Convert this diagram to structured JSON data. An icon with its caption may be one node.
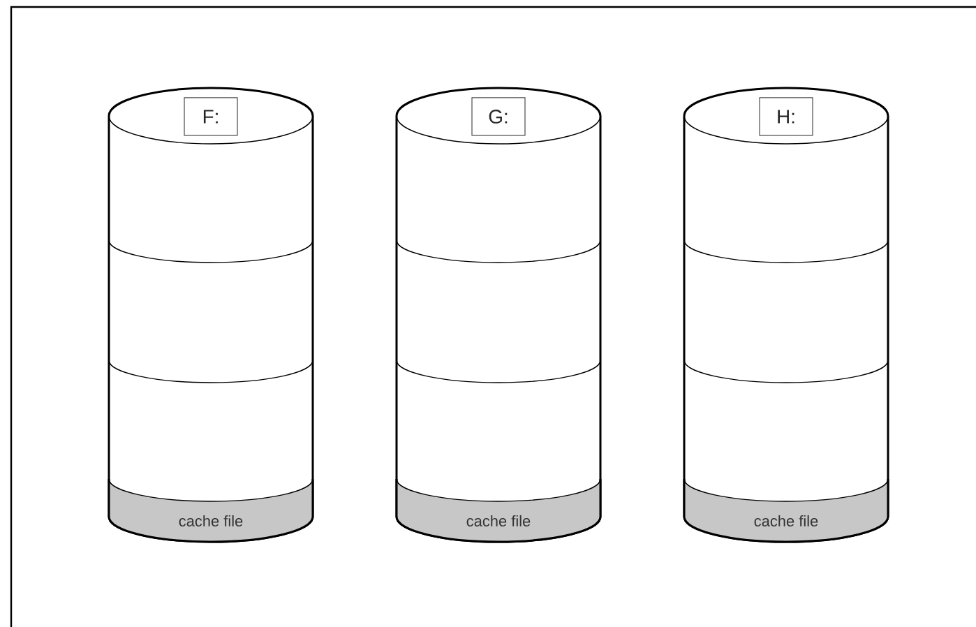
{
  "diagram": {
    "nodes": [
      {
        "text": [],
        "shape": "cylinder"
      },
      {
        "text": [
          "F:"
        ],
        "in": 0
      },
      {
        "text": [
          "cache file"
        ],
        "in": 0
      },
      {
        "text": [],
        "shape": "cylinder"
      },
      {
        "text": [
          "G:"
        ],
        "in": 3
      },
      {
        "text": [
          "cache file"
        ],
        "in": 3
      },
      {
        "text": [],
        "shape": "cylinder"
      },
      {
        "text": [
          "H:"
        ],
        "in": 6
      },
      {
        "text": [
          "cache file"
        ],
        "in": 6
      }
    ]
  }
}
